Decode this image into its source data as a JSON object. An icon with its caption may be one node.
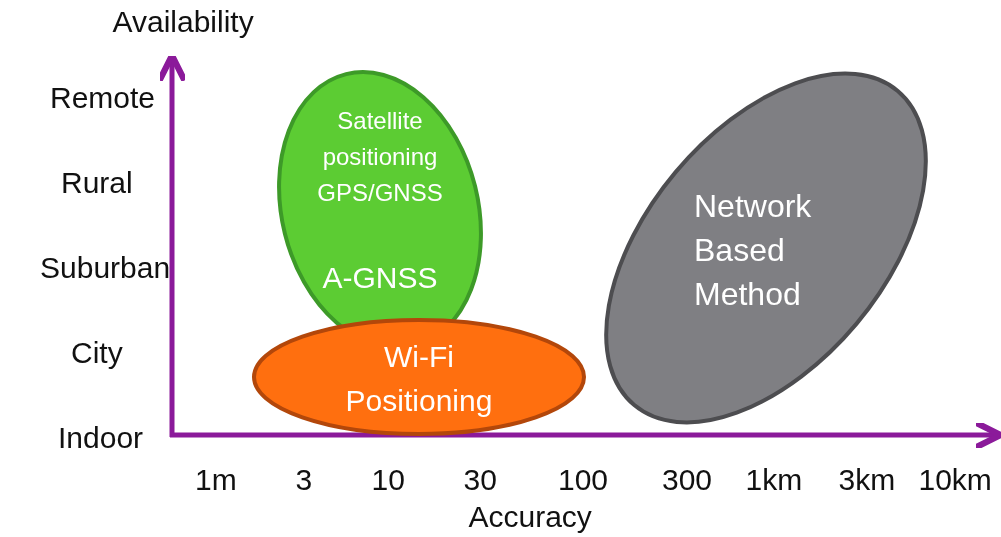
{
  "diagram": {
    "nodes": [
      {
        "text": [
          "Satellite positioning GPS/GNSS",
          "A-GNSS"
        ]
      },
      {
        "text": [
          "Wi-Fi Positioning"
        ]
      },
      {
        "text": [
          "Network Based Method"
        ]
      }
    ],
    "edges": [],
    "labels": [
      "Availability",
      "Remote",
      "Rural",
      "Suburban",
      "City",
      "Indoor",
      "1m",
      "3",
      "10",
      "30",
      "100",
      "300",
      "1km",
      "3km",
      "10km",
      "Accuracy"
    ]
  }
}
